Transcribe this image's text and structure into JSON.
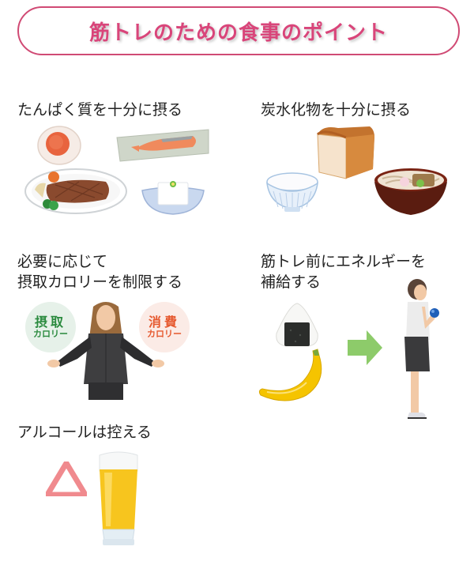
{
  "title": "筋トレのための食事のポイント",
  "colors": {
    "accent": "#d9457a",
    "border": "#d04a74",
    "intake_green": "#2a8a3e",
    "burn_orange": "#e6592f",
    "arrow_green": "#8dcb6a",
    "triangle_pink": "#f08a8e"
  },
  "points": [
    {
      "id": "protein",
      "heading": "たんぱく質を十分に摂る",
      "illustrations": [
        "egg-icon",
        "salmon-icon",
        "steak-icon",
        "tofu-icon"
      ]
    },
    {
      "id": "carbs",
      "heading": "炭水化物を十分に摂る",
      "illustrations": [
        "bread-icon",
        "rice-bowl-icon",
        "udon-icon"
      ]
    },
    {
      "id": "calories",
      "heading_line1": "必要に応じて",
      "heading_line2": "摂取カロリーを制限する",
      "intake_bubble": {
        "big": "摂取",
        "small": "カロリー"
      },
      "burn_bubble": {
        "big": "消費",
        "small": "カロリー"
      },
      "illustrations": [
        "person-shrug-icon"
      ]
    },
    {
      "id": "pre-workout",
      "heading_line1": "筋トレ前にエネルギーを",
      "heading_line2": "補給する",
      "illustrations": [
        "onigiri-icon",
        "banana-icon",
        "arrow-right-icon",
        "person-dumbbell-icon"
      ]
    },
    {
      "id": "alcohol",
      "heading": "アルコールは控える",
      "mark": "△",
      "illustrations": [
        "triangle-icon",
        "beer-icon"
      ]
    }
  ]
}
